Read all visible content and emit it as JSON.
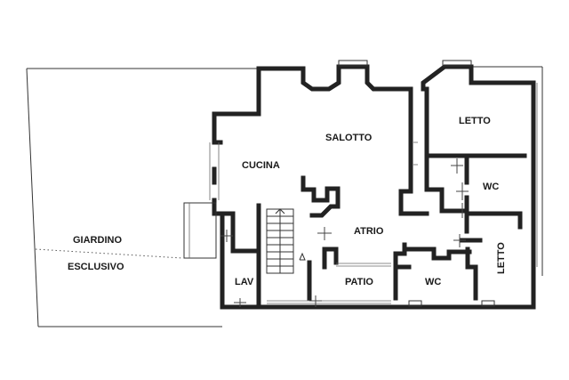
{
  "rooms": {
    "salotto": "SALOTTO",
    "letto_top": "LETTO",
    "cucina": "CUCINA",
    "wc_right": "WC",
    "atrio": "ATRIO",
    "letto_right": "LETTO",
    "lav": "LAV",
    "patio": "PATIO",
    "wc_bottom": "WC"
  },
  "garden": {
    "line1": "GIARDINO",
    "line2": "ESCLUSIVO"
  }
}
